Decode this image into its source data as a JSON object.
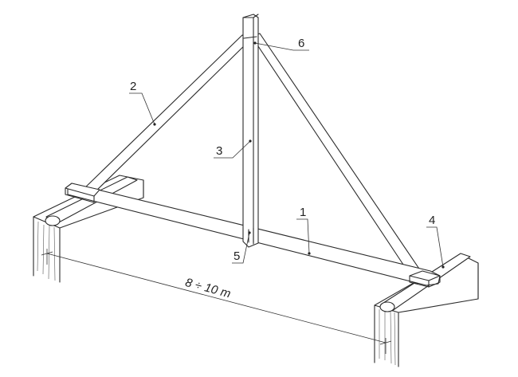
{
  "labels": {
    "l1": "1",
    "l2": "2",
    "l3": "3",
    "l4": "4",
    "l5": "5",
    "l6": "6"
  },
  "dimension": "8 ÷ 10 m"
}
